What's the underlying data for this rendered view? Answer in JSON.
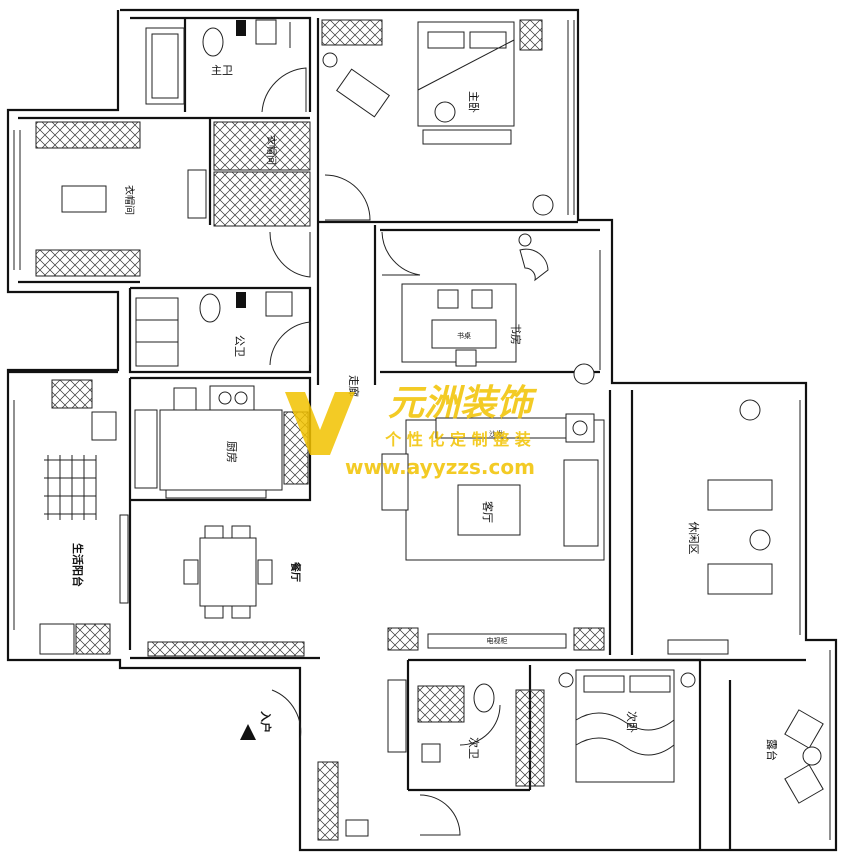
{
  "rooms": {
    "master_bath": "主卫",
    "master_bedroom": "主卧",
    "walkin_closet_small": "衣帽间",
    "walkin_closet_large": "衣帽间",
    "public_bath": "公卫",
    "study": "书房",
    "corridor": "走廊",
    "kitchen": "厨房",
    "utility_balcony": "生活阳台",
    "dining": "餐厅",
    "living": "客厅",
    "leisure": "休闲区",
    "second_bath": "次卫",
    "second_bedroom": "次卧",
    "terrace": "露台",
    "entrance": "入户",
    "sofa": "沙发",
    "tv_cabinet": "电视柜",
    "desk": "书桌"
  },
  "watermark": {
    "brand": "元洲装饰",
    "slogan": "个 性 化 定 制 整 装",
    "url": "www.ayyzzs.com"
  },
  "colors": {
    "walls": "#111111",
    "watermark": "#f2c200",
    "background": "#ffffff"
  }
}
